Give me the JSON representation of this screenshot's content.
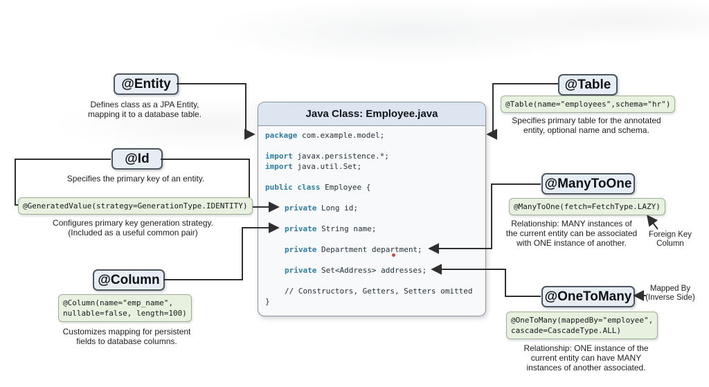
{
  "colors": {
    "badge_bg": "#e7edf4",
    "badge_border": "#4d555e",
    "code_box_bg": "#e8f0e0",
    "code_box_border": "#9db093",
    "panel_bg": "#f7f9fb",
    "panel_header_bg": "#dde6f0",
    "keyword": "#2e7da1",
    "code_text": "#243038",
    "arrow": "#2f2f2f",
    "red_dot": "#c0504d"
  },
  "code_panel": {
    "title": "Java Class: Employee.java",
    "lines": [
      {
        "kw": "package ",
        "rest": "com.example.model;"
      },
      {
        "kw": "import ",
        "rest": "javax.persistence.*;"
      },
      {
        "kw": "import ",
        "rest": "java.util.Set;"
      },
      {
        "kw": "public class ",
        "rest": "Employee {"
      },
      {
        "kw": "private ",
        "rest": "Long id;"
      },
      {
        "kw": "private ",
        "rest": "String name;"
      },
      {
        "kw": "private ",
        "rest": "Department department;"
      },
      {
        "kw": "private ",
        "rest": "Set<Address> addresses;"
      },
      {
        "kw": "",
        "rest": "// Constructors, Getters, Setters omitted"
      },
      {
        "kw": "",
        "rest": "}"
      }
    ]
  },
  "annotations": {
    "entity": {
      "label": "@Entity",
      "desc": "Defines class as a JPA Entity,\nmapping it to a database table."
    },
    "id": {
      "label": "@Id",
      "desc": "Specifies the primary key of an entity.",
      "code": "@GeneratedValue(strategy=GenerationType.IDENTITY)",
      "code_desc": "Configures primary key generation strategy.\n(Included as a useful common pair)"
    },
    "column": {
      "label": "@Column",
      "code": "@Column(name=\"emp_name\",\nnullable=false, length=100)",
      "desc": "Customizes mapping for persistent\nfields to database columns."
    },
    "table": {
      "label": "@Table",
      "code": "@Table(name=\"employees\",schema=\"hr\")",
      "desc": "Specifies primary table for the annotated\nentity, optional name and schema."
    },
    "many_to_one": {
      "label": "@ManyToOne",
      "code": "@ManyToOne(fetch=FetchType.LAZY)",
      "desc": "Relationship: MANY instances of\nthe current entity can be associated\nwith ONE instance of another.",
      "note": "Foreign Key\nColumn"
    },
    "one_to_many": {
      "label": "@OneToMany",
      "code": "@OneToMany(mappedBy=\"employee\",\ncascade=CascadeType.ALL)",
      "desc": "Relationship: ONE instance of the\ncurrent entity can have MANY\ninstances of another associated.",
      "note": "Mapped By\n(Inverse Side)"
    }
  }
}
